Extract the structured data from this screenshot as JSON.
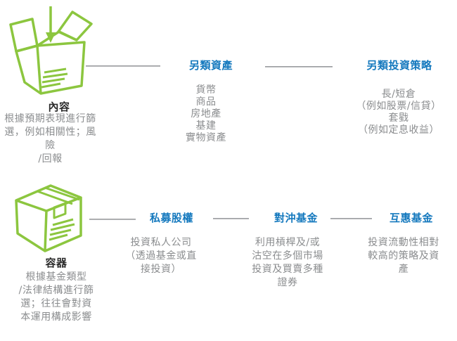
{
  "colors": {
    "green": "#8CC63F",
    "blue": "#1579BE",
    "gray": "#8B8D8F",
    "dark": "#2B2B2B",
    "line_dark": "#8F9194",
    "line_light": "#C8C9CB"
  },
  "rows": {
    "content": {
      "icon": "open-box-with-down-arrow",
      "label": "內容",
      "description_lines": [
        "根據預期表現進行篩",
        "選，例如相關性；風險",
        "/回報"
      ],
      "columns": [
        {
          "heading": "另類資產",
          "items": [
            "貨幣",
            "商品",
            "房地產",
            "基建",
            "實物資產"
          ]
        },
        {
          "heading": "另類投資策略",
          "items": [
            "長/短倉",
            "（例如股票/信貸）",
            "套戥",
            "（例如定息收益）"
          ]
        }
      ]
    },
    "container": {
      "icon": "closed-box",
      "label": "容器",
      "description_lines": [
        "根據基金類型",
        "/法律結構進行篩",
        "選；往往會對資",
        "本運用構成影響"
      ],
      "columns": [
        {
          "heading": "私募股權",
          "items": [
            "投資私人公司",
            "（透過基金或直",
            "接投資）"
          ]
        },
        {
          "heading": "對沖基金",
          "items": [
            "利用槓桿及/或",
            "沽空在多個市場",
            "投資及買賣多種",
            "證券"
          ]
        },
        {
          "heading": "互惠基金",
          "items": [
            "投資流動性相對",
            "較高的策略及資",
            "產"
          ]
        }
      ]
    }
  }
}
